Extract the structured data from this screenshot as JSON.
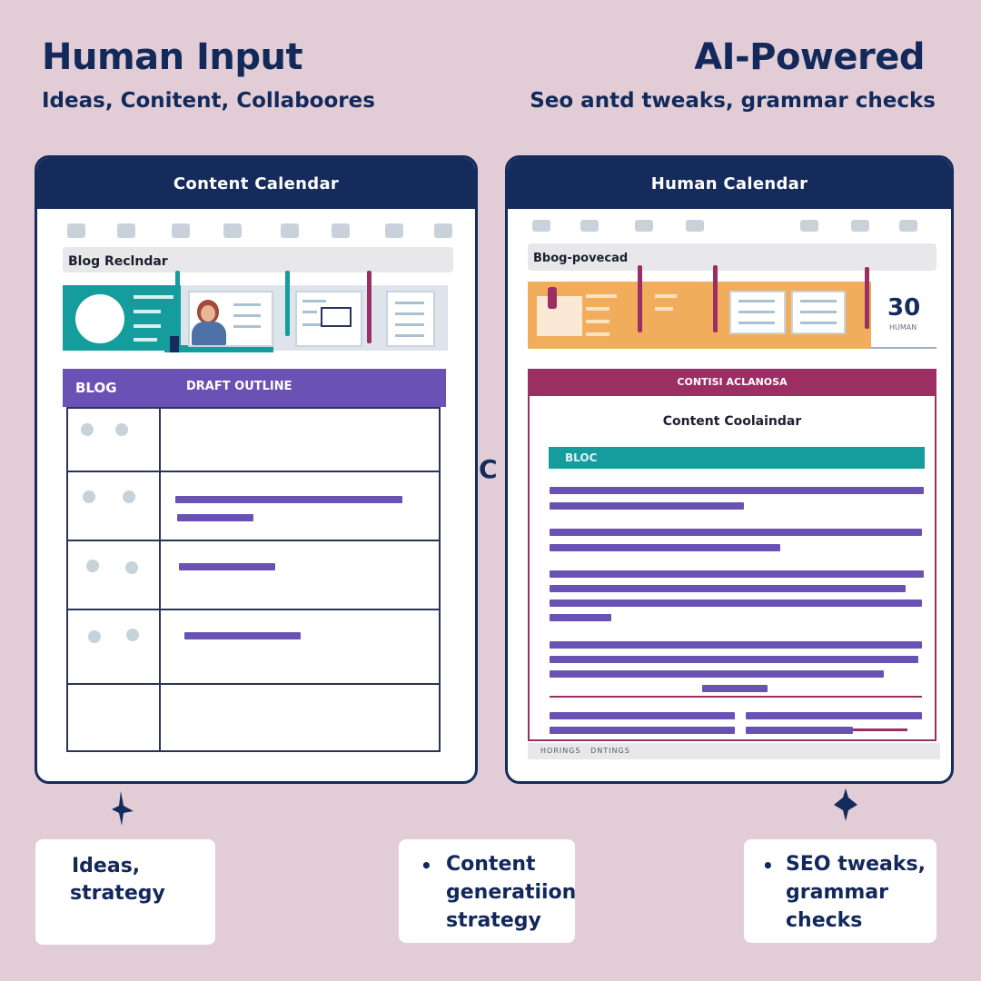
{
  "left_header": {
    "title": "Human Input",
    "subtitle": "Ideas, Conitent, Collaboores"
  },
  "right_header": {
    "title": "AI-Powered",
    "subtitle": "Seo antd tweaks, grammar  checks"
  },
  "left_card": {
    "header": "Content Calendar",
    "top_bar_label": "Blog Reclndar",
    "table_header": {
      "col1": "BLOG",
      "col2": "DRAFT OUTLINE"
    }
  },
  "right_card": {
    "header": "Human Calendar",
    "top_bar_label": "Bbog-povecad",
    "big_number": "30",
    "big_number_caption": "HUMAN",
    "section_header": "CONTISI ACLANOSA",
    "doc_title": "Content Coolaindar",
    "blog_label": "BLOC",
    "footer_text": "HORINGS   DNTINGS"
  },
  "connector": {
    "glyph": "C"
  },
  "notes": [
    {
      "lines": [
        "Ideas,",
        "strategy"
      ],
      "bullet": false
    },
    {
      "lines": [
        "Content",
        "generatiion",
        "strategy"
      ],
      "bullet": true
    },
    {
      "lines": [
        "SEO tweaks,",
        "grammar",
        "checks"
      ],
      "bullet": true
    }
  ],
  "bullet_glyph": "•",
  "colors": {
    "background": "#e2cdd6",
    "navy": "#142b5c",
    "purple": "#6a52b4",
    "teal": "#159c9c",
    "orange": "#f2ad5c",
    "magenta": "#9b2f63"
  }
}
